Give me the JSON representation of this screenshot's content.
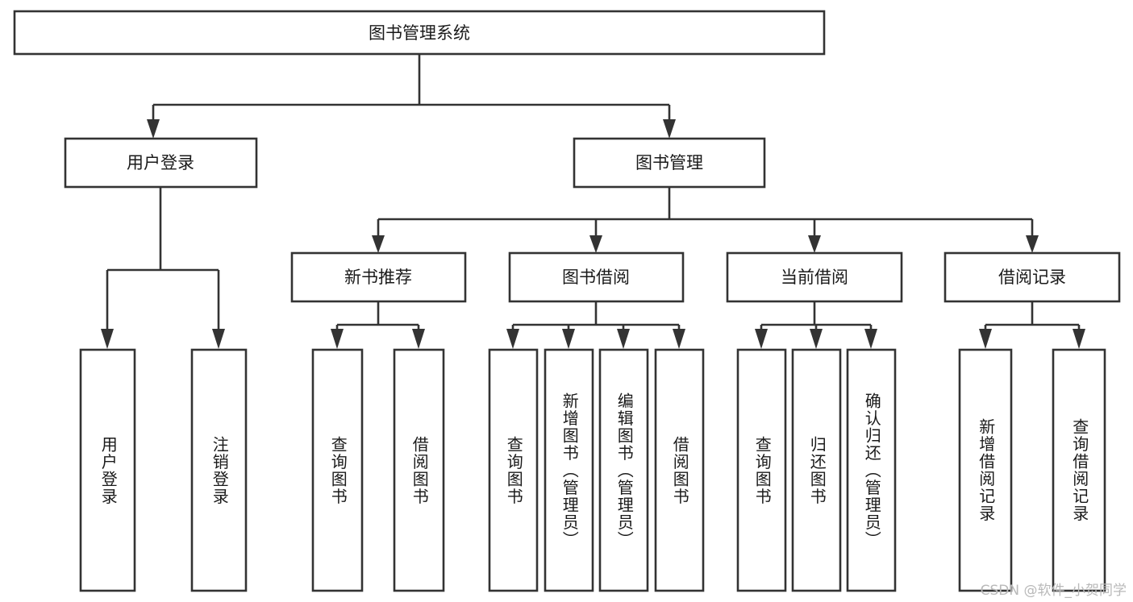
{
  "diagram": {
    "title": "图书管理系统",
    "type": "tree",
    "orientation": "top-down"
  },
  "colors": {
    "box_stroke": "#333333",
    "box_fill": "#ffffff",
    "text": "#1a1a1a",
    "background": "#ffffff",
    "watermark": "#b9b9b9"
  },
  "chart_data": {
    "type": "tree",
    "title": "图书管理系统",
    "root": {
      "label": "图书管理系统",
      "children": [
        {
          "label": "用户登录",
          "children": [
            {
              "label": "用户登录"
            },
            {
              "label": "注销登录"
            }
          ]
        },
        {
          "label": "图书管理",
          "children": [
            {
              "label": "新书推荐",
              "children": [
                {
                  "label": "查询图书"
                },
                {
                  "label": "借阅图书"
                }
              ]
            },
            {
              "label": "图书借阅",
              "children": [
                {
                  "label": "查询图书"
                },
                {
                  "label": "新增图书（管理员）"
                },
                {
                  "label": "编辑图书（管理员）"
                },
                {
                  "label": "借阅图书"
                }
              ]
            },
            {
              "label": "当前借阅",
              "children": [
                {
                  "label": "查询图书"
                },
                {
                  "label": "归还图书"
                },
                {
                  "label": "确认归还（管理员）"
                }
              ]
            },
            {
              "label": "借阅记录",
              "children": [
                {
                  "label": "新增借阅记录"
                },
                {
                  "label": "查询借阅记录"
                }
              ]
            }
          ]
        }
      ]
    }
  },
  "nodes": {
    "root": "图书管理系统",
    "level2": {
      "user_login": "用户登录",
      "book_manage": "图书管理"
    },
    "level3": {
      "new_book_rec": "新书推荐",
      "book_borrow": "图书借阅",
      "current_borrow": "当前借阅",
      "borrow_record": "借阅记录"
    },
    "leaves": {
      "user_login_1": "用户登录",
      "user_login_2": "注销登录",
      "new_book_1": "查询图书",
      "new_book_2": "借阅图书",
      "borrow_1": "查询图书",
      "borrow_2": "新增图书（管理员）",
      "borrow_3": "编辑图书（管理员）",
      "borrow_4": "借阅图书",
      "current_1": "查询图书",
      "current_2": "归还图书",
      "current_3": "确认归还（管理员）",
      "record_1": "新增借阅记录",
      "record_2": "查询借阅记录"
    }
  },
  "watermark": {
    "text": "CSDN @软件_小贺同学"
  }
}
